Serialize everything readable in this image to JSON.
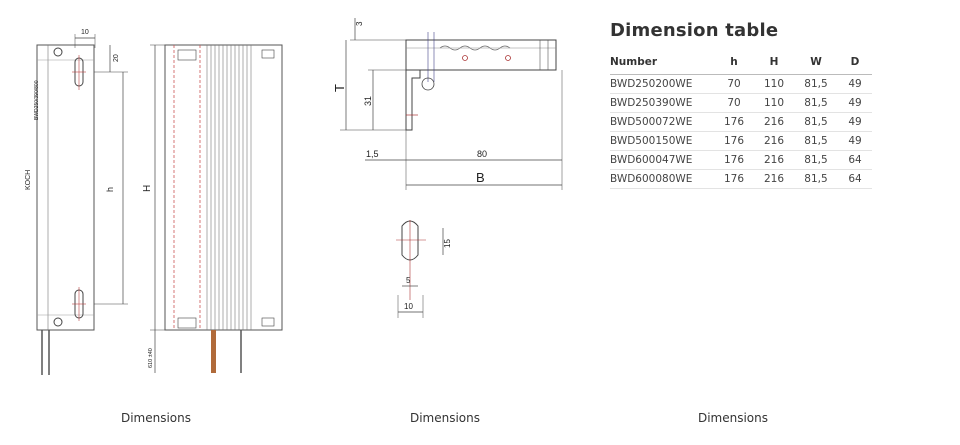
{
  "captions": [
    "Dimensions",
    "Dimensions",
    "Dimensions"
  ],
  "drawing_front": {
    "dim_top": "10",
    "dim_slot": "20",
    "dim_h": "h",
    "dim_H": "H",
    "dim_lead": "610 ±40",
    "brand": "KOCH",
    "part": "BWD250/390/800"
  },
  "drawing_side": {
    "dim_3": "3",
    "dim_T": "T",
    "dim_31": "31",
    "dim_15": "1,5",
    "dim_80": "80",
    "dim_B": "B",
    "dim_slot_h": "15",
    "dim_slot_w": "5",
    "dim_slot_total": "10"
  },
  "table": {
    "title": "Dimension table",
    "headers": [
      "Number",
      "h",
      "H",
      "W",
      "D"
    ],
    "rows": [
      [
        "BWD250200WE",
        "70",
        "110",
        "81,5",
        "49"
      ],
      [
        "BWD250390WE",
        "70",
        "110",
        "81,5",
        "49"
      ],
      [
        "BWD500072WE",
        "176",
        "216",
        "81,5",
        "49"
      ],
      [
        "BWD500150WE",
        "176",
        "216",
        "81,5",
        "49"
      ],
      [
        "BWD600047WE",
        "176",
        "216",
        "81,5",
        "64"
      ],
      [
        "BWD600080WE",
        "176",
        "216",
        "81,5",
        "64"
      ]
    ]
  }
}
